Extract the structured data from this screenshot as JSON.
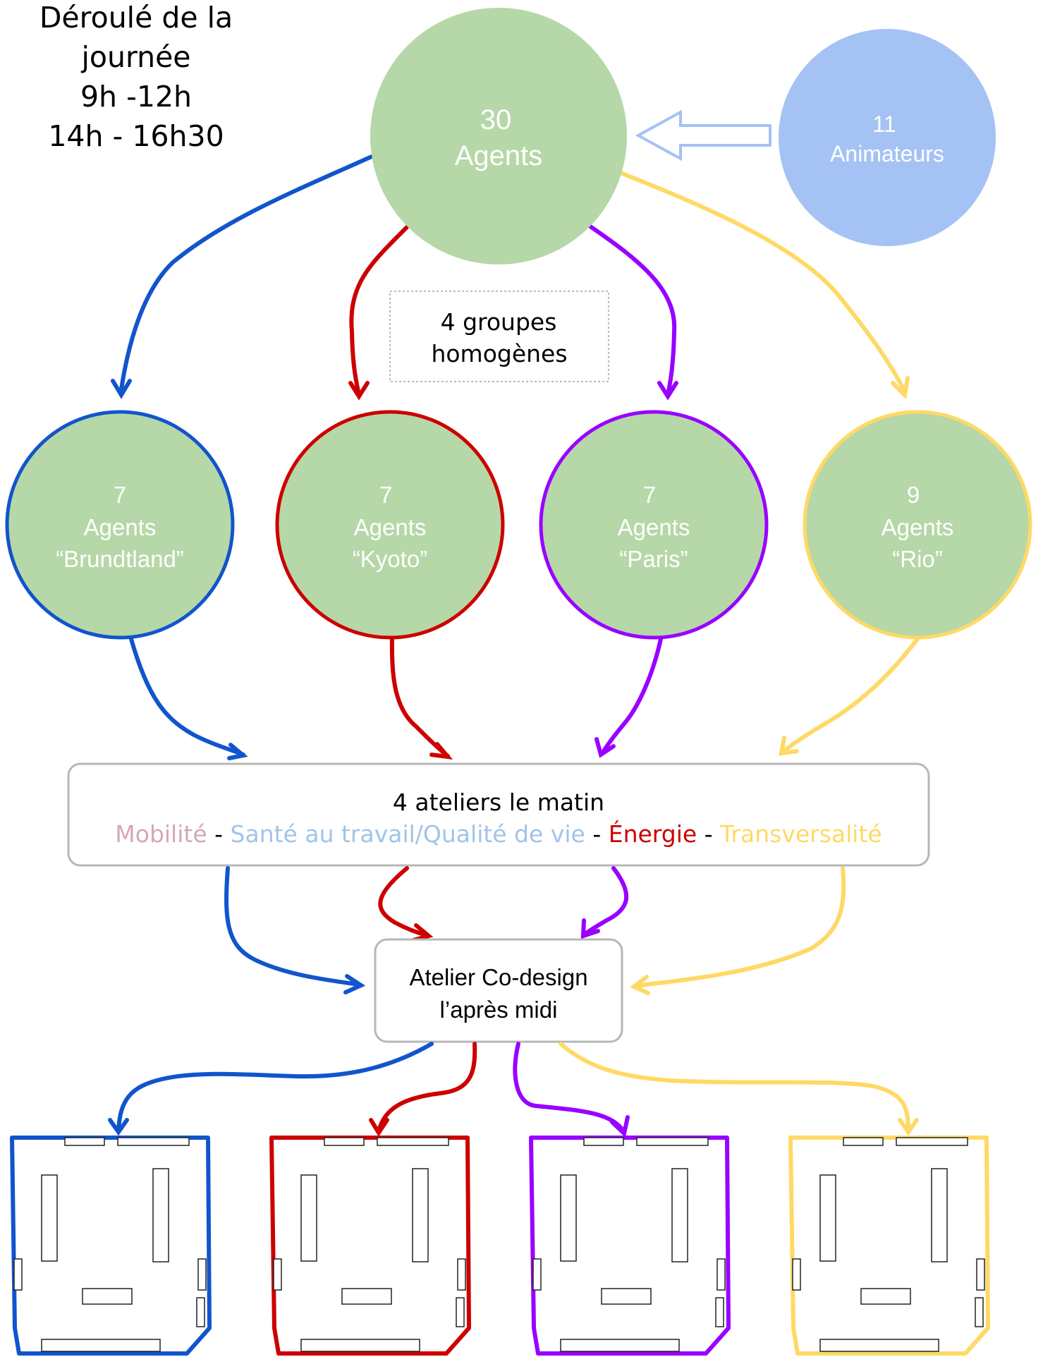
{
  "title": {
    "lines": [
      "Déroulé de la",
      "journée",
      "9h -12h",
      "14h - 16h30"
    ]
  },
  "top_node": {
    "number": "30",
    "label": "Agents",
    "color": "#b6d7a8"
  },
  "facilitators": {
    "number": "11",
    "label": "Animateurs",
    "color": "#a4c2f4"
  },
  "groups_note": {
    "line1": "4 groupes",
    "line2": "homogènes"
  },
  "groups": [
    {
      "count": "7",
      "label": "Agents",
      "name": "“Brundtland”",
      "color": "#1155cc"
    },
    {
      "count": "7",
      "label": "Agents",
      "name": "“Kyoto”",
      "color": "#cc0000"
    },
    {
      "count": "7",
      "label": "Agents",
      "name": "“Paris”",
      "color": "#9900ff"
    },
    {
      "count": "9",
      "label": "Agents",
      "name": "“Rio”",
      "color": "#ffd966"
    }
  ],
  "morning": {
    "title": "4 ateliers le matin",
    "separator": " - ",
    "topics": [
      {
        "label": "Mobilité",
        "color": "#d5a6bd"
      },
      {
        "label": "Santé au travail/Qualité de vie",
        "color": "#9fc5e8"
      },
      {
        "label": "Énergie",
        "color": "#cc0000"
      },
      {
        "label": "Transversalité",
        "color": "#ffd966"
      }
    ]
  },
  "afternoon": {
    "line1": "Atelier Co-design",
    "line2": "l’après midi"
  }
}
